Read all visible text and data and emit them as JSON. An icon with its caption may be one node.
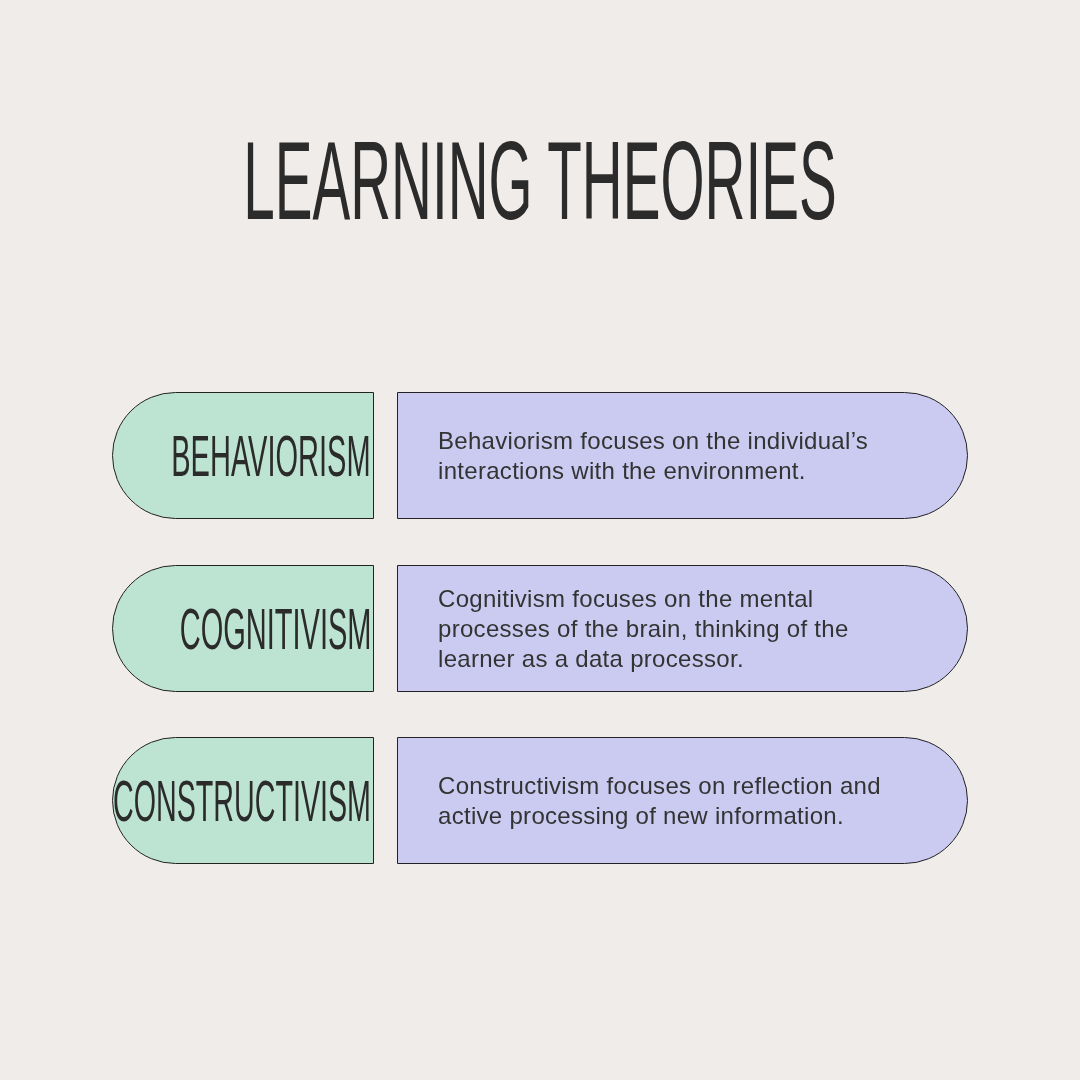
{
  "diagram": {
    "title": "LEARNING THEORIES",
    "nodes": [
      {
        "text": [
          "BEHAVIORISM"
        ]
      },
      {
        "text": [
          "Behaviorism focuses on the individual’s interactions with the environment."
        ]
      },
      {
        "text": [
          "COGNITIVISM"
        ]
      },
      {
        "text": [
          "Cognitivism focuses on the mental processes of the brain, thinking of the learner as a data processor."
        ]
      },
      {
        "text": [
          "CONSTRUCTIVISM"
        ]
      },
      {
        "text": [
          "Constructivism focuses on reflection and active processing of new information."
        ]
      }
    ]
  }
}
